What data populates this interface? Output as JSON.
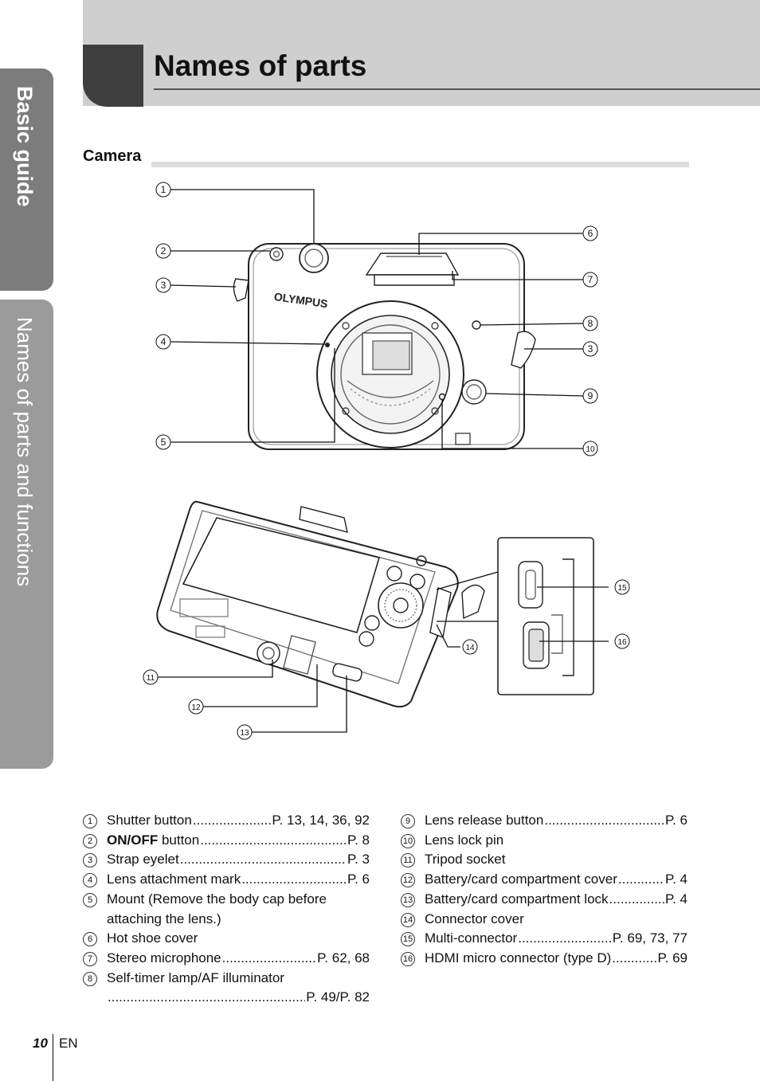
{
  "header": {
    "title": "Names of parts"
  },
  "side_tabs": [
    {
      "label": "Basic guide"
    },
    {
      "label": "Names of parts and functions"
    }
  ],
  "section": {
    "title": "Camera"
  },
  "figure": {
    "brand_logo": "OLYMPUS",
    "callouts": [
      "1",
      "2",
      "3",
      "4",
      "5",
      "6",
      "7",
      "8",
      "3",
      "9",
      "10",
      "11",
      "12",
      "13",
      "14",
      "15",
      "16"
    ]
  },
  "legend_left": [
    {
      "num": "1",
      "label": "Shutter button",
      "ref": "P. 13, 14, 36, 92"
    },
    {
      "num": "2",
      "label_bold": "ON/OFF",
      "label": " button",
      "ref": "P. 8"
    },
    {
      "num": "3",
      "label": "Strap eyelet",
      "ref": "P. 3"
    },
    {
      "num": "4",
      "label": "Lens attachment mark",
      "ref": "P. 6"
    },
    {
      "num": "5",
      "label": "Mount (Remove the body cap before",
      "label2": "attaching the lens.)"
    },
    {
      "num": "6",
      "label": "Hot shoe cover"
    },
    {
      "num": "7",
      "label": "Stereo microphone",
      "ref": "P. 62, 68"
    },
    {
      "num": "8",
      "label": "Self-timer lamp/AF illuminator",
      "ref2": "P. 49/P. 82"
    }
  ],
  "legend_right": [
    {
      "num": "9",
      "label": "Lens release button",
      "ref": "P. 6"
    },
    {
      "num": "10",
      "label": "Lens lock pin"
    },
    {
      "num": "11",
      "label": "Tripod socket"
    },
    {
      "num": "12",
      "label": "Battery/card compartment cover",
      "ref": "P. 4"
    },
    {
      "num": "13",
      "label": "Battery/card compartment lock",
      "ref": "P. 4"
    },
    {
      "num": "14",
      "label": "Connector cover"
    },
    {
      "num": "15",
      "label": "Multi-connector",
      "ref": "P. 69, 73, 77"
    },
    {
      "num": "16",
      "label": "HDMI micro connector (type D)",
      "ref": "P. 69"
    }
  ],
  "footer": {
    "page_number": "10",
    "language": "EN"
  }
}
